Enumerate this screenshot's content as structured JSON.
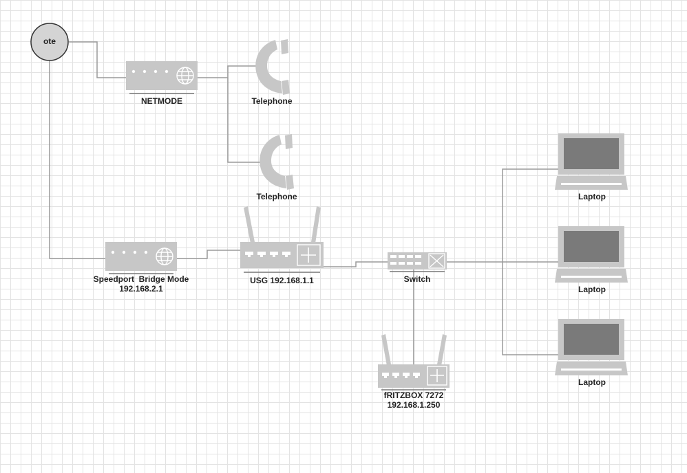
{
  "nodes": {
    "ote": "ote",
    "netmode": "NETMODE",
    "telephone1": "Telephone",
    "telephone2": "Telephone",
    "speedport_name": "Speedport  Bridge Mode",
    "speedport_ip": "192.168.2.1",
    "usg": "USG 192.168.1.1",
    "switch": "Switch",
    "fritzbox_name": "fRITZBOX 7272",
    "fritzbox_ip": "192.168.1.250",
    "laptop1": "Laptop",
    "laptop2": "Laptop",
    "laptop3": "Laptop"
  },
  "colors": {
    "device": "#c7c7c7",
    "connector": "#9a9a9a",
    "ote_fill": "#d4d4d4",
    "screen": "#7a7a7a"
  },
  "icons": {
    "modem": "modem-globe-icon",
    "router": "router-icon",
    "switch": "switch-icon",
    "telephone": "telephone-handset-icon",
    "laptop": "laptop-icon"
  }
}
